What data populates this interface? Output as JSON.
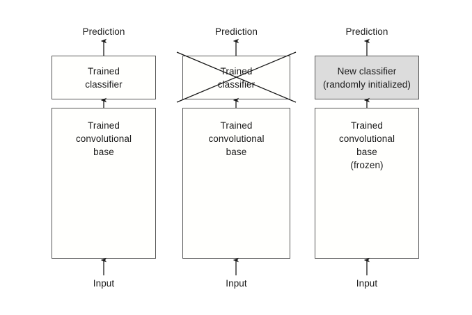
{
  "figure": {
    "title": "",
    "background_color": "#ffffff",
    "stroke_color": "#555555",
    "line_color": "#1a1a1a",
    "filled_color": "#dcdcdc",
    "unfilled_color": "#fffffd"
  },
  "labels": {
    "prediction": "Prediction",
    "input": "Input"
  },
  "columns": [
    {
      "id": "pretrained-network",
      "prediction_label": "Prediction",
      "input_label": "Input",
      "classifier": {
        "lines": [
          "Trained",
          "classifier"
        ],
        "filled": false,
        "crossed_out": false
      },
      "base": {
        "lines": [
          "Trained",
          "convolutional",
          "base"
        ],
        "filled": false
      }
    },
    {
      "id": "discard-classifier",
      "prediction_label": "Prediction",
      "input_label": "Input",
      "classifier": {
        "lines": [
          "Trained",
          "classifier"
        ],
        "filled": false,
        "crossed_out": true
      },
      "base": {
        "lines": [
          "Trained",
          "convolutional",
          "base"
        ],
        "filled": false
      }
    },
    {
      "id": "new-classifier-frozen-base",
      "prediction_label": "Prediction",
      "input_label": "Input",
      "classifier": {
        "lines": [
          "New classifier",
          "(randomly initialized)"
        ],
        "filled": true,
        "crossed_out": false
      },
      "base": {
        "lines": [
          "Trained",
          "convolutional",
          "base",
          "(frozen)"
        ],
        "filled": false
      }
    }
  ]
}
